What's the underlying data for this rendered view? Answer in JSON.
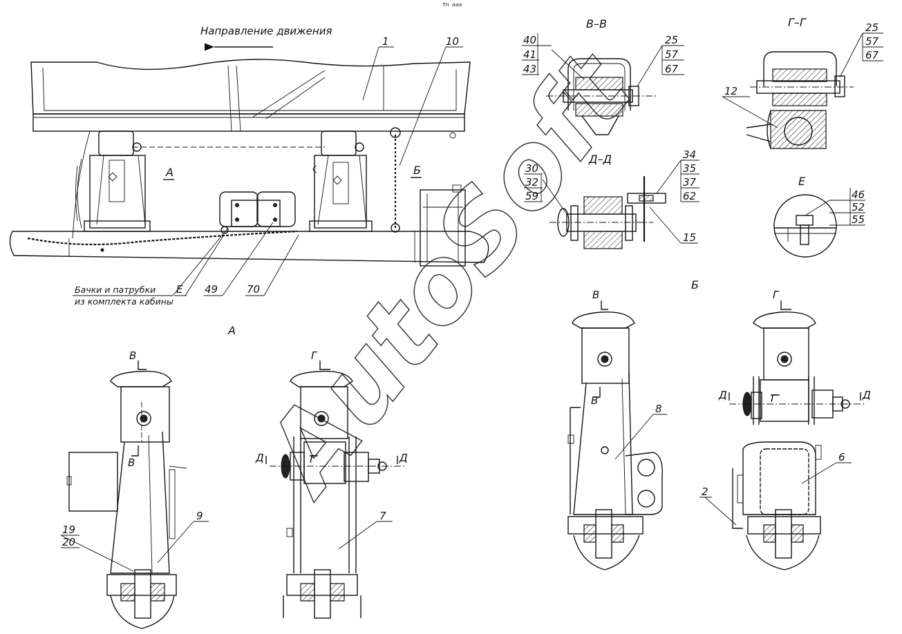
{
  "direction_label": "Направление движения",
  "tanks_label_line1": "Бачки и патрубки",
  "tanks_label_line2": "из комплекта кабины",
  "top_mark": "ᵀⁿ ᵃᵃᵃ",
  "watermark": "AutoSoft",
  "view_labels": {
    "A_main": "А",
    "B_main": "Б",
    "A_title": "А",
    "B_title": "Б",
    "E_title": "Е",
    "VV_title": "В–В",
    "GG_title": "Г–Г",
    "DD_title": "Д–Д"
  },
  "section_marks": {
    "V": "В",
    "G": "Г",
    "D": "Д"
  },
  "callouts": {
    "p1": "1",
    "p10": "10",
    "pE": "Е",
    "p49": "49",
    "p70": "70",
    "vv_left": [
      "40",
      "41",
      "43"
    ],
    "vv_right": [
      "25",
      "57",
      "67"
    ],
    "gg_right": [
      "25",
      "57",
      "67"
    ],
    "p12": "12",
    "dd_left": [
      "30",
      "32",
      "59"
    ],
    "dd_right": [
      "34",
      "35",
      "37",
      "62"
    ],
    "p15": "15",
    "e_right": [
      "46",
      "52",
      "55"
    ],
    "a_left": [
      "19",
      "20"
    ],
    "p9": "9",
    "p7": "7",
    "p8": "8",
    "p6": "6",
    "p2": "2"
  }
}
